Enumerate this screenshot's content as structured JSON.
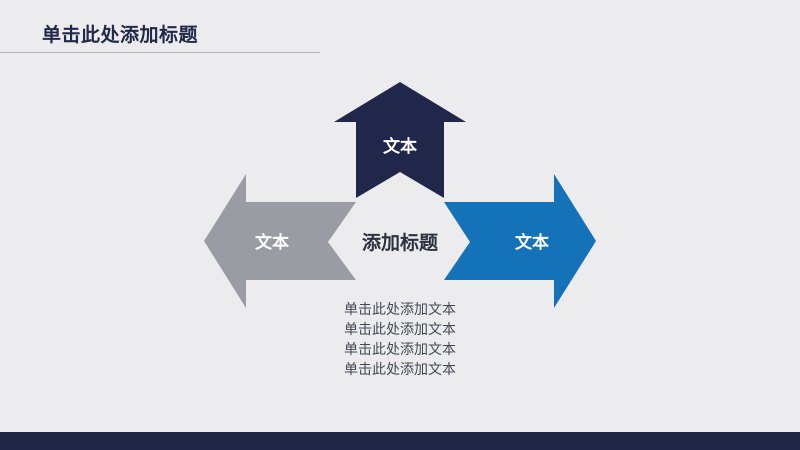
{
  "slide": {
    "title": "单击此处添加标题"
  },
  "diagram": {
    "center_label": "添加标题",
    "arrow_up_label": "文本",
    "arrow_left_label": "文本",
    "arrow_right_label": "文本"
  },
  "body_text": {
    "lines": [
      "单击此处添加文本",
      "单击此处添加文本",
      "单击此处添加文本",
      "单击此处添加文本"
    ]
  },
  "colors": {
    "background": "#ececee",
    "arrow_up": "#21274a",
    "arrow_left": "#9a9ca3",
    "arrow_right": "#1472b8",
    "footer_bar": "#1f2645",
    "title_text": "#22284a"
  }
}
